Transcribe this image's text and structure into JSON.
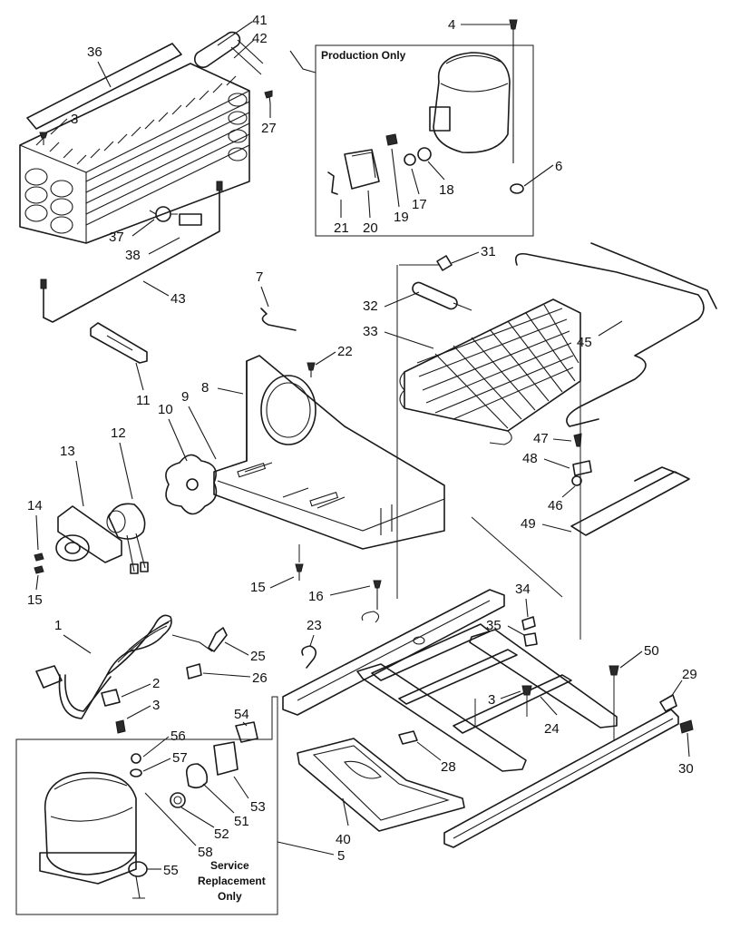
{
  "boxes": {
    "production_only": "Production Only",
    "service_line1": "Service",
    "service_line2": "Replacement",
    "service_line3": "Only"
  },
  "labels": {
    "l1": "1",
    "l2": "2",
    "l3a": "3",
    "l3b": "3",
    "l3c": "3",
    "l4": "4",
    "l5": "5",
    "l6": "6",
    "l7": "7",
    "l8": "8",
    "l9": "9",
    "l10": "10",
    "l11": "11",
    "l12": "12",
    "l13": "13",
    "l14": "14",
    "l15a": "15",
    "l15b": "15",
    "l16": "16",
    "l17": "17",
    "l18": "18",
    "l19": "19",
    "l20": "20",
    "l21": "21",
    "l22": "22",
    "l23": "23",
    "l24": "24",
    "l25": "25",
    "l26": "26",
    "l27": "27",
    "l28": "28",
    "l29": "29",
    "l30": "30",
    "l31": "31",
    "l32": "32",
    "l33": "33",
    "l34": "34",
    "l35": "35",
    "l36": "36",
    "l37": "37",
    "l38": "38",
    "l40": "40",
    "l41": "41",
    "l42": "42",
    "l43": "43",
    "l45": "45",
    "l46": "46",
    "l47": "47",
    "l48": "48",
    "l49": "49",
    "l50": "50",
    "l51": "51",
    "l52": "52",
    "l53": "53",
    "l54": "54",
    "l55": "55",
    "l56": "56",
    "l57": "57",
    "l58": "58"
  }
}
